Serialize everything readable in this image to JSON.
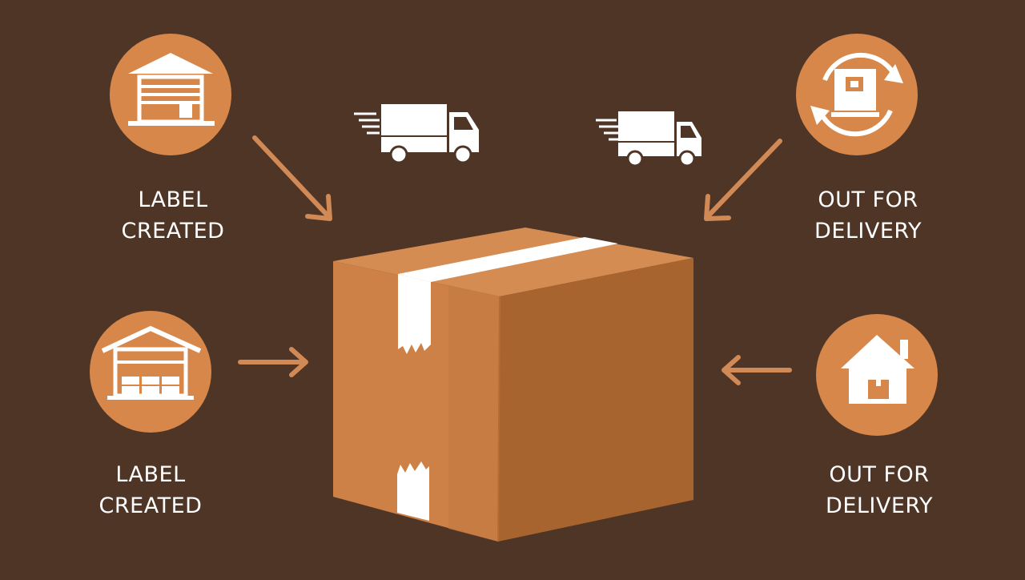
{
  "colors": {
    "background": "#4e3526",
    "accent": "#d8874b",
    "box_front": "#cd8146",
    "box_side": "#a8642f",
    "box_top": "#d58c52",
    "tape": "#ffffff",
    "arrow": "#d18a55"
  },
  "stages": [
    {
      "id": "top-left",
      "icon": "warehouse-icon",
      "line1": "LABEL",
      "line2": "CREATED"
    },
    {
      "id": "top-right",
      "icon": "package-cycle-icon",
      "line1": "OUT FOR",
      "line2": "DELIVERY"
    },
    {
      "id": "bottom-left",
      "icon": "warehouse-storage-icon",
      "line1": "LABEL",
      "line2": "CREATED"
    },
    {
      "id": "bottom-right",
      "icon": "home-delivery-icon",
      "line1": "OUT FOR",
      "line2": "DELIVERY"
    }
  ],
  "trucks": [
    {
      "icon": "delivery-truck-icon"
    },
    {
      "icon": "delivery-truck-icon"
    }
  ],
  "center": {
    "icon": "cardboard-box-icon"
  }
}
